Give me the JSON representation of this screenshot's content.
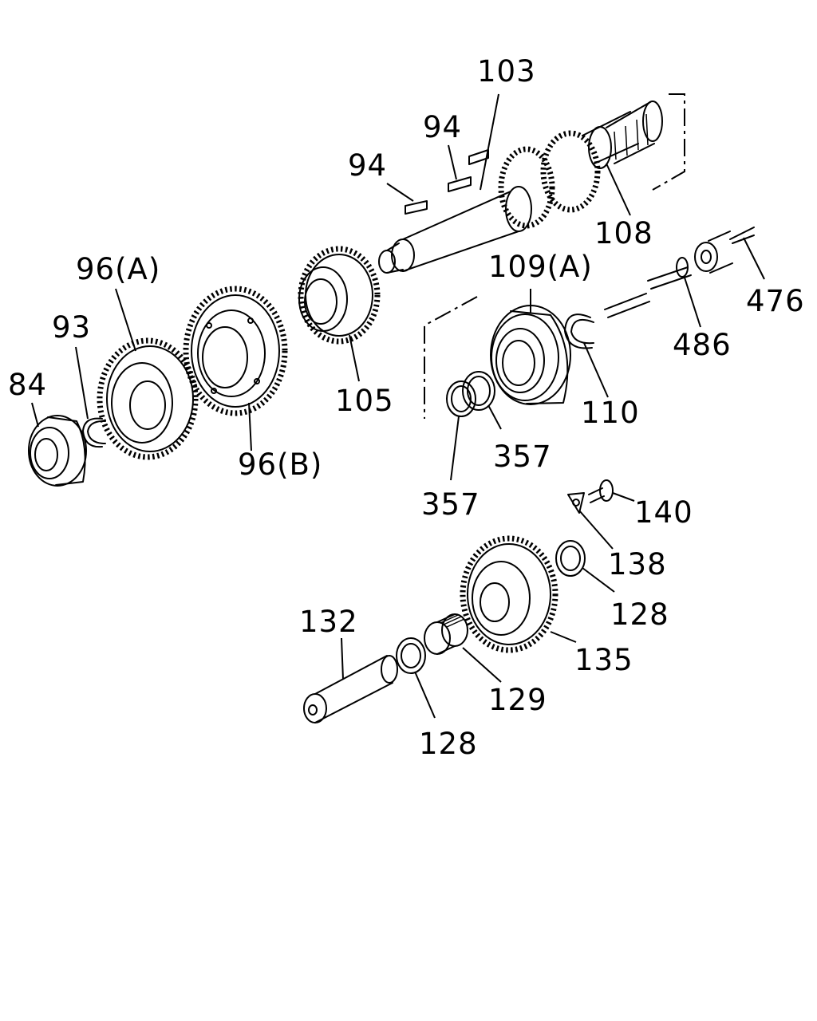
{
  "callouts": {
    "c84": "84",
    "c93": "93",
    "c96a": "96(A)",
    "c96b": "96(B)",
    "c105": "105",
    "c94a": "94",
    "c94b": "94",
    "c103": "103",
    "c108": "108",
    "c109a": "109(A)",
    "c110": "110",
    "c357a": "357",
    "c357b": "357",
    "c476": "476",
    "c486": "486",
    "c140": "140",
    "c138": "138",
    "c128a": "128",
    "c128b": "128",
    "c132": "132",
    "c129": "129",
    "c135": "135"
  }
}
